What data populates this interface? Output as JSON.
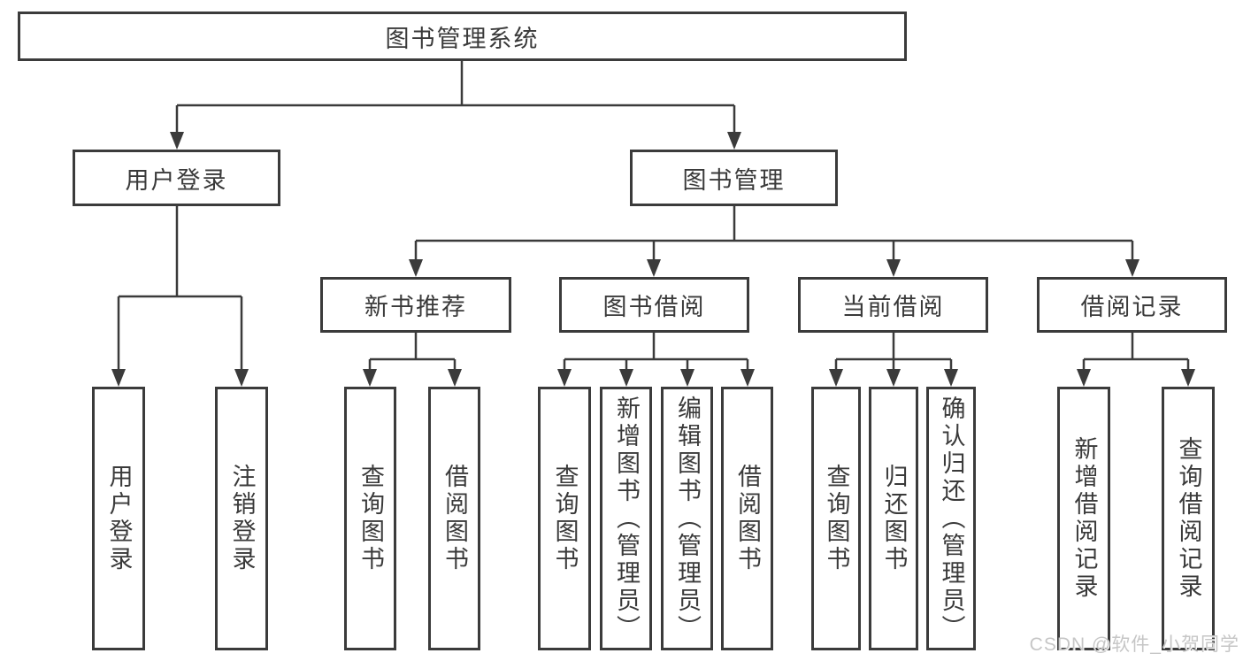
{
  "diagram": {
    "colors": {
      "line": "#3b3b3b",
      "text": "#3a3a3a",
      "background": "#ffffff",
      "watermark": "#c6c6c6"
    },
    "watermark": {
      "text": "CSDN @软件_小贺同学"
    },
    "tree": {
      "label": "图书管理系统",
      "children": [
        {
          "label": "用户登录",
          "children": [
            {
              "label": "用户登录"
            },
            {
              "label": "注销登录"
            }
          ]
        },
        {
          "label": "图书管理",
          "children": [
            {
              "label": "新书推荐",
              "children": [
                {
                  "label": "查询图书"
                },
                {
                  "label": "借阅图书"
                }
              ]
            },
            {
              "label": "图书借阅",
              "children": [
                {
                  "label": "查询图书"
                },
                {
                  "label": "新增图书（管理员）"
                },
                {
                  "label": "编辑图书（管理员）"
                },
                {
                  "label": "借阅图书"
                }
              ]
            },
            {
              "label": "当前借阅",
              "children": [
                {
                  "label": "查询图书"
                },
                {
                  "label": "归还图书"
                },
                {
                  "label": "确认归还（管理员）"
                }
              ]
            },
            {
              "label": "借阅记录",
              "children": [
                {
                  "label": "新增借阅记录"
                },
                {
                  "label": "查询借阅记录"
                }
              ]
            }
          ]
        }
      ]
    }
  }
}
